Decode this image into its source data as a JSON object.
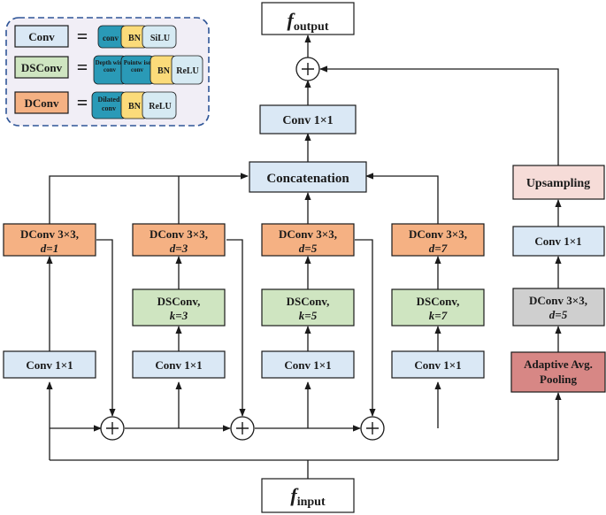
{
  "colors": {
    "conv_fill": "#dae8f5",
    "dsconv_fill": "#cfe5c1",
    "dconv_fill": "#f5b183",
    "upsampling_fill": "#f6dcd8",
    "gray_fill": "#cfcfcf",
    "pool_fill": "#d78785",
    "teal": "#2a9ab7",
    "bn_yellow": "#fbdb7a",
    "light_blue": "#d6eaf3",
    "legend_bg": "#f1eef6",
    "legend_border": "#2f5597"
  },
  "legend": {
    "rows": [
      {
        "name": "Conv",
        "eq": "=",
        "parts": [
          "conv",
          "BN",
          "SiLU"
        ]
      },
      {
        "name": "DSConv",
        "eq": "=",
        "parts": [
          "Depth wise conv",
          "Pointw ise conv",
          "BN",
          "ReLU"
        ]
      },
      {
        "name": "DConv",
        "eq": "=",
        "parts": [
          "Dilated conv",
          "BN",
          "ReLU"
        ]
      }
    ]
  },
  "io": {
    "output": {
      "f": "f",
      "sub": "output"
    },
    "input": {
      "f": "f",
      "sub": "input"
    }
  },
  "main": {
    "top_conv": "Conv 1×1",
    "concat": "Concatenation",
    "branches": [
      {
        "dconv": "DConv 3×3,",
        "d": "d=1",
        "dsconv": "",
        "k": "",
        "conv": "Conv 1×1"
      },
      {
        "dconv": "DConv 3×3,",
        "d": "d=3",
        "dsconv": "DSConv,",
        "k": "k=3",
        "conv": "Conv 1×1"
      },
      {
        "dconv": "DConv 3×3,",
        "d": "d=5",
        "dsconv": "DSConv,",
        "k": "k=5",
        "conv": "Conv 1×1"
      },
      {
        "dconv": "DConv 3×3,",
        "d": "d=7",
        "dsconv": "DSConv,",
        "k": "k=7",
        "conv": "Conv 1×1"
      }
    ]
  },
  "right": {
    "upsampling": "Upsampling",
    "conv": "Conv 1×1",
    "dconv": "DConv 3×3,",
    "d": "d=5",
    "pool_line1": "Adaptive Avg.",
    "pool_line2": "Pooling"
  }
}
